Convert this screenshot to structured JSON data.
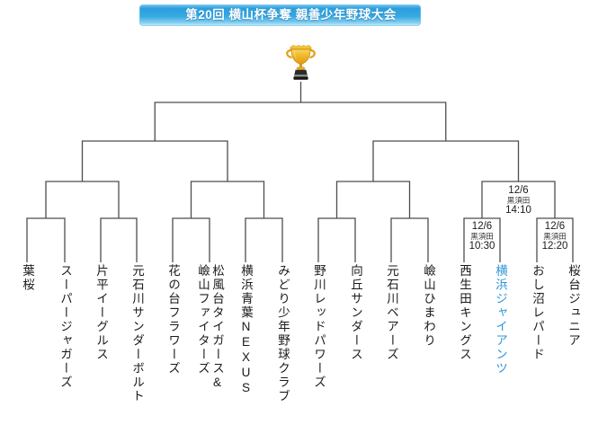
{
  "header": {
    "title": "第20回 横山杯争奪 親善少年野球大会"
  },
  "icons": {
    "trophy": "trophy-icon"
  },
  "colors": {
    "banner_blue": "#2ea6e0",
    "highlight_blue": "#2e96d6",
    "trophy_gold": "#eba41c",
    "line_gray": "#4d4d4d"
  },
  "teams": [
    {
      "name": "葉桜",
      "highlighted": false
    },
    {
      "name": "スーパージャガーズ",
      "highlighted": false
    },
    {
      "name": "片平イーグルス",
      "highlighted": false
    },
    {
      "name": "元石川サンダーボルト",
      "highlighted": false
    },
    {
      "name": "花の台フラワーズ",
      "highlighted": false
    },
    {
      "name": "松風台タイガース&\n嶮山ファイターズ",
      "highlighted": false
    },
    {
      "name": "横浜青葉NEXUS",
      "highlighted": false
    },
    {
      "name": "みどり少年野球クラブ",
      "highlighted": false
    },
    {
      "name": "野川レッドパワーズ",
      "highlighted": false
    },
    {
      "name": "向丘サンダース",
      "highlighted": false
    },
    {
      "name": "元石川ベアーズ",
      "highlighted": false
    },
    {
      "name": "嶮山ひまわり",
      "highlighted": false
    },
    {
      "name": "西生田キングス",
      "highlighted": false
    },
    {
      "name": "横浜ジャイアンツ",
      "highlighted": true
    },
    {
      "name": "おし沼レパード",
      "highlighted": false
    },
    {
      "name": "桜台ジュニア",
      "highlighted": false
    }
  ],
  "match_notes": [
    {
      "date": "12/6",
      "venue": "黒須田",
      "time": "14:10"
    },
    {
      "date": "12/6",
      "venue": "黒須田",
      "time": "10:30"
    },
    {
      "date": "12/6",
      "venue": "黒須田",
      "time": "12:20"
    }
  ]
}
